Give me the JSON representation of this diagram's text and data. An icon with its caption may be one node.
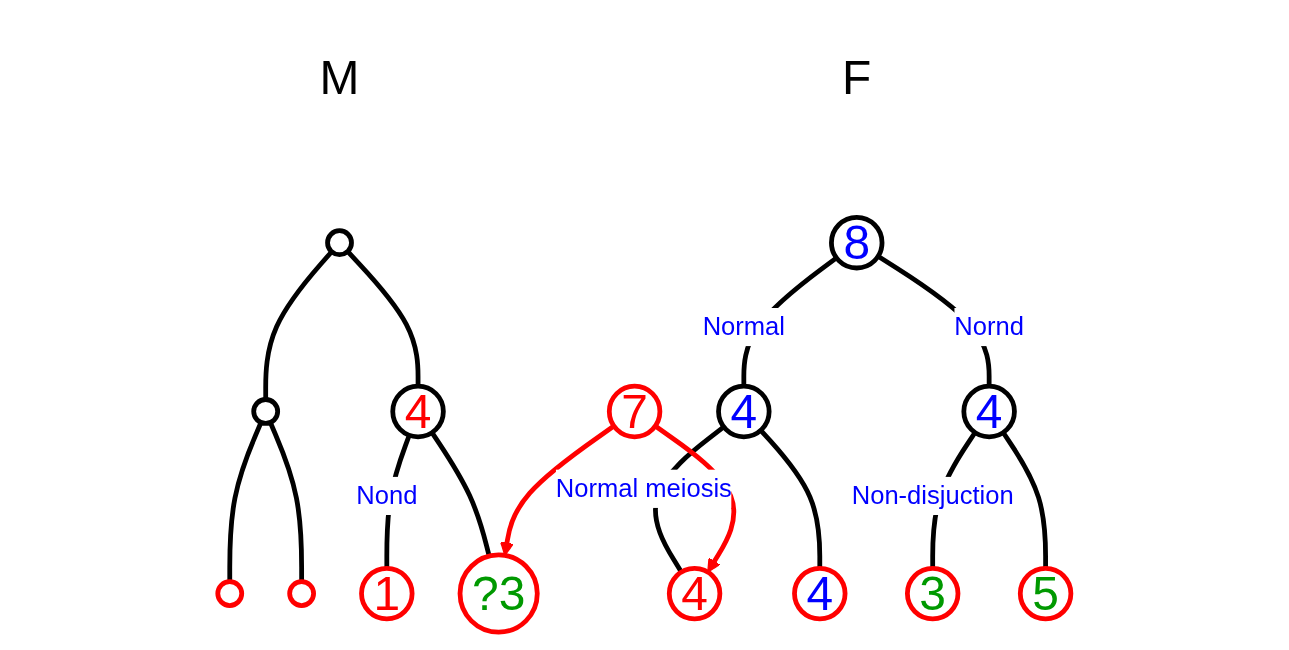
{
  "diagram": {
    "nodes": [
      {
        "text": [],
        "shape": "circle",
        "beside": [
          "M"
        ]
      },
      {
        "text": [],
        "shape": "circle"
      },
      {
        "text": [
          "4"
        ]
      },
      {
        "text": [],
        "shape": "circle"
      },
      {
        "text": [],
        "shape": "circle"
      },
      {
        "text": [
          "1"
        ]
      },
      {
        "text": [
          "?3"
        ]
      },
      {
        "text": [
          "8"
        ],
        "beside": [
          "F"
        ]
      },
      {
        "text": [
          "4"
        ]
      },
      {
        "text": [
          "4"
        ]
      },
      {
        "text": [
          "4"
        ]
      },
      {
        "text": [
          "4"
        ]
      },
      {
        "text": [
          "3"
        ]
      },
      {
        "text": [
          "5"
        ]
      },
      {
        "text": [
          "7"
        ]
      }
    ],
    "edges": [
      {
        "from": 0,
        "to": 1,
        "arrow": "none"
      },
      {
        "from": 0,
        "to": 2,
        "arrow": "none"
      },
      {
        "from": 1,
        "to": 3,
        "arrow": "none"
      },
      {
        "from": 1,
        "to": 4,
        "arrow": "none"
      },
      {
        "from": 2,
        "to": 5,
        "arrow": "none",
        "label": "Nond"
      },
      {
        "from": 2,
        "to": 6,
        "arrow": "none"
      },
      {
        "from": 7,
        "to": 8,
        "arrow": "none",
        "label": "Normal"
      },
      {
        "from": 7,
        "to": 9,
        "arrow": "none",
        "label": "Nornd"
      },
      {
        "from": 8,
        "to": 10,
        "arrow": "none",
        "label": "Normal meiosis"
      },
      {
        "from": 8,
        "to": 11,
        "arrow": "none"
      },
      {
        "from": 9,
        "to": 12,
        "arrow": "none",
        "label": "Non-disjuction"
      },
      {
        "from": 9,
        "to": 13,
        "arrow": "none"
      },
      {
        "from": 14,
        "to": 6,
        "arrow": "to",
        "color": "#ff0000"
      },
      {
        "from": 14,
        "to": 10,
        "arrow": "to",
        "color": "#ff0000"
      }
    ]
  }
}
